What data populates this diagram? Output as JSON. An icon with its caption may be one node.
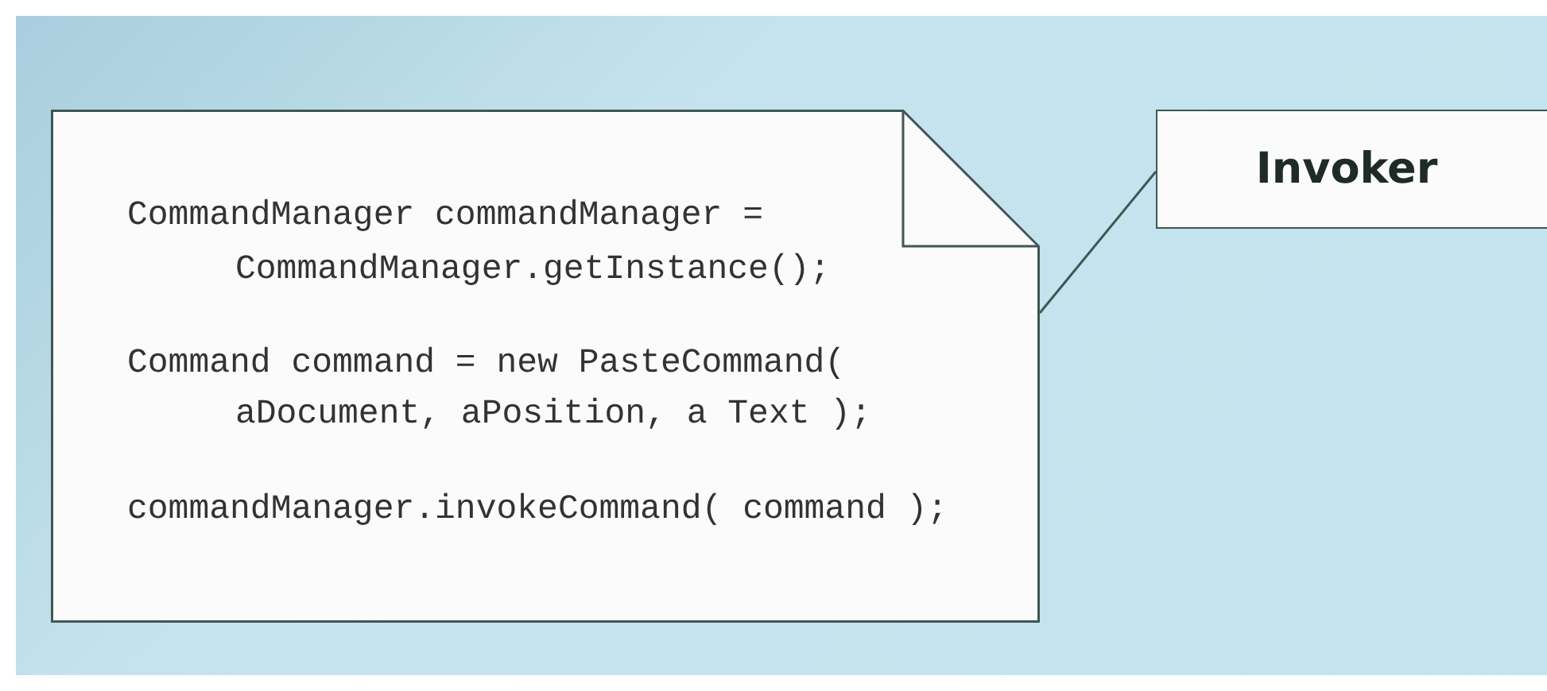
{
  "diagram": {
    "nodes": [
      {
        "text": [
          "CommandManager commandManager =",
          "CommandManager.getInstance();",
          "Command command = new PasteCommand(",
          "aDocument, aPosition, a Text );",
          "commandManager.invokeCommand( command );"
        ]
      },
      {
        "text": [
          "Invoker"
        ]
      }
    ],
    "edges": [
      {
        "from": 0,
        "to": 1,
        "arrow": "none"
      }
    ]
  }
}
